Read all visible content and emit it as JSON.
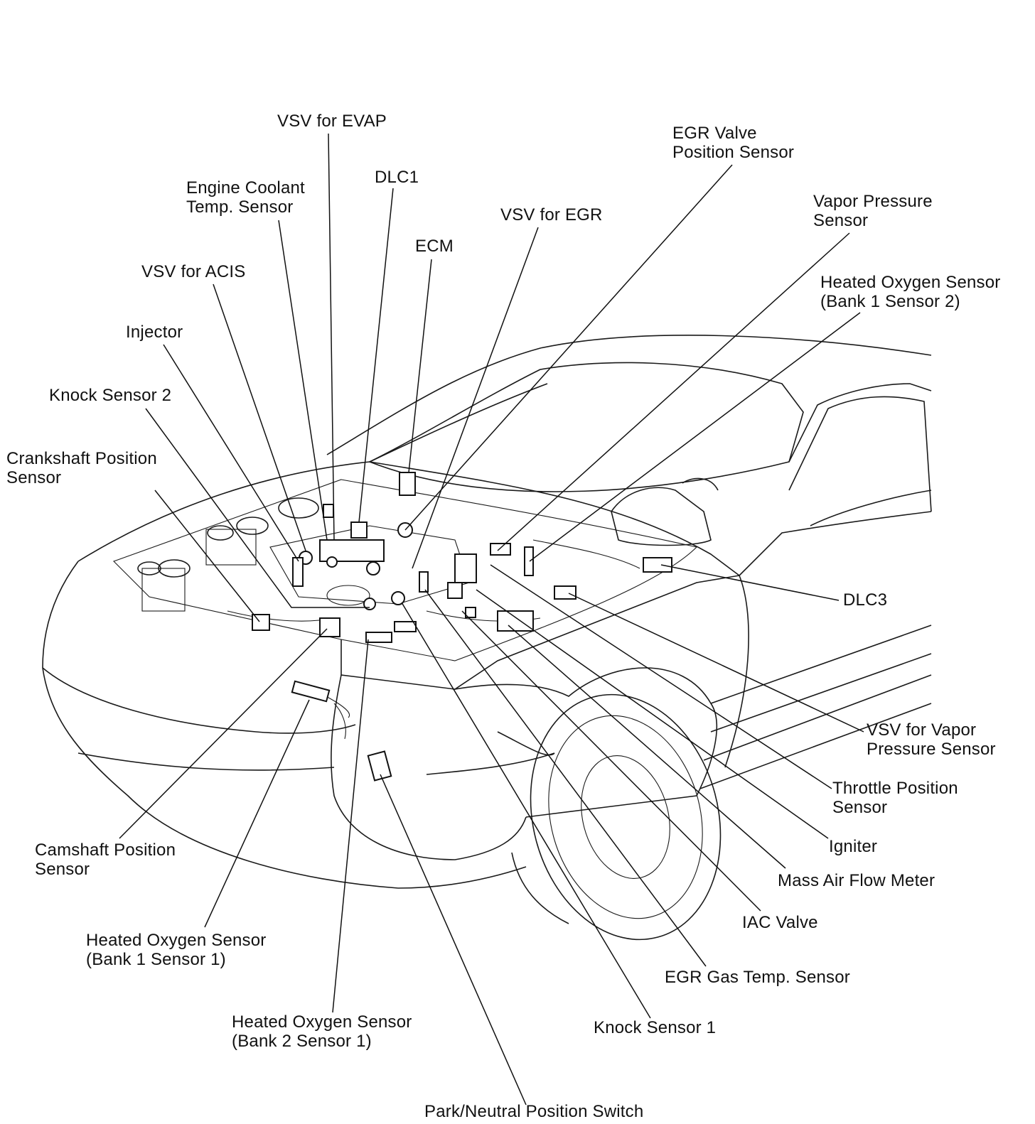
{
  "labels": {
    "vsv_evap": [
      "VSV for EVAP"
    ],
    "egr_valve_position_sensor": [
      "EGR Valve",
      "Position Sensor"
    ],
    "dlc1": [
      "DLC1"
    ],
    "engine_coolant_temp_sensor": [
      "Engine Coolant",
      "Temp. Sensor"
    ],
    "vsv_egr": [
      "VSV for EGR"
    ],
    "vapor_pressure_sensor": [
      "Vapor Pressure",
      "Sensor"
    ],
    "ecm": [
      "ECM"
    ],
    "vsv_acis": [
      "VSV for ACIS"
    ],
    "ho2s_b1s2": [
      "Heated Oxygen Sensor",
      "(Bank 1 Sensor 2)"
    ],
    "injector": [
      "Injector"
    ],
    "knock_sensor_2": [
      "Knock Sensor 2"
    ],
    "crankshaft_position_sensor": [
      "Crankshaft Position",
      "Sensor"
    ],
    "dlc3": [
      "DLC3"
    ],
    "vsv_vapor_pressure_sensor": [
      "VSV for Vapor",
      "Pressure Sensor"
    ],
    "throttle_position_sensor": [
      "Throttle Position",
      "Sensor"
    ],
    "camshaft_position_sensor": [
      "Camshaft Position",
      "Sensor"
    ],
    "igniter": [
      "Igniter"
    ],
    "mass_air_flow_meter": [
      "Mass Air Flow Meter"
    ],
    "iac_valve": [
      "IAC Valve"
    ],
    "ho2s_b1s1": [
      "Heated Oxygen Sensor",
      "(Bank 1 Sensor 1)"
    ],
    "egr_gas_temp_sensor": [
      "EGR Gas Temp. Sensor"
    ],
    "ho2s_b2s1": [
      "Heated Oxygen Sensor",
      "(Bank 2 Sensor 1)"
    ],
    "knock_sensor_1": [
      "Knock Sensor 1"
    ],
    "park_neutral_position_switch": [
      "Park/Neutral Position Switch"
    ]
  }
}
